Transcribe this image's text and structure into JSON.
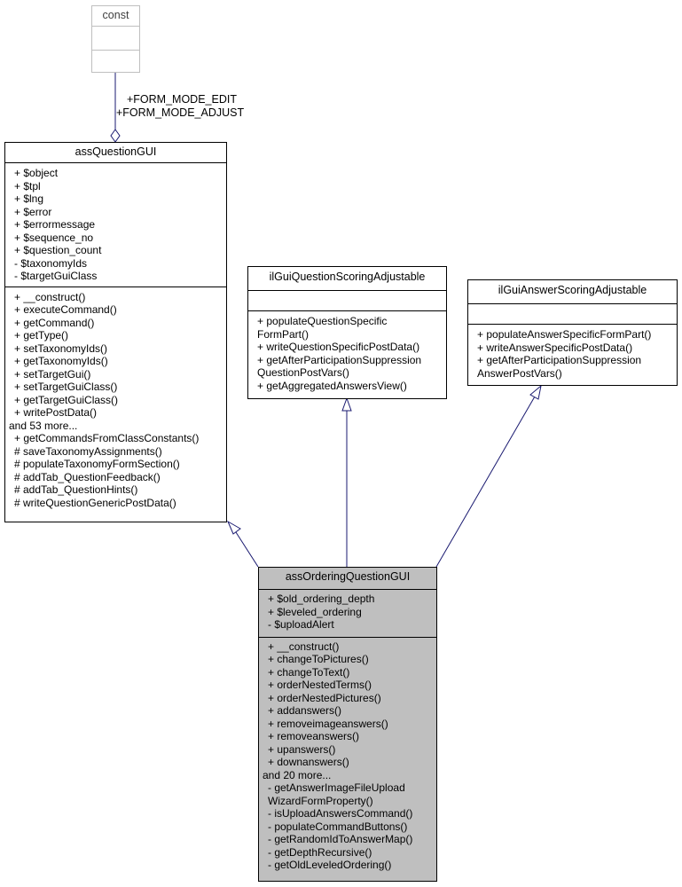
{
  "diagram": {
    "classes": {
      "const": {
        "name": "const",
        "attributes": [],
        "methods": []
      },
      "assQuestionGUI": {
        "name": "assQuestionGUI",
        "attributes": [
          "+ $object",
          "+ $tpl",
          "+ $lng",
          "+ $error",
          "+ $errormessage",
          "+ $sequence_no",
          "+ $question_count",
          "- $taxonomyIds",
          "- $targetGuiClass"
        ],
        "methods": [
          "+ __construct()",
          "+ executeCommand()",
          "+ getCommand()",
          "+ getType()",
          "+ setTaxonomyIds()",
          "+ getTaxonomyIds()",
          "+ setTargetGui()",
          "+ setTargetGuiClass()",
          "+ getTargetGuiClass()",
          "+ writePostData()",
          "and 53 more...",
          "+ getCommandsFromClassConstants()",
          "# saveTaxonomyAssignments()",
          "# populateTaxonomyFormSection()",
          "# addTab_QuestionFeedback()",
          "# addTab_QuestionHints()",
          "# writeQuestionGenericPostData()"
        ]
      },
      "ilGuiQuestionScoringAdjustable": {
        "name": "ilGuiQuestionScoringAdjustable",
        "attributes": [],
        "methods": [
          "+ populateQuestionSpecific",
          "FormPart()",
          "+ writeQuestionSpecificPostData()",
          "+ getAfterParticipationSuppression",
          "QuestionPostVars()",
          "+ getAggregatedAnswersView()"
        ]
      },
      "ilGuiAnswerScoringAdjustable": {
        "name": "ilGuiAnswerScoringAdjustable",
        "attributes": [],
        "methods": [
          "+ populateAnswerSpecificFormPart()",
          "+ writeAnswerSpecificPostData()",
          "+ getAfterParticipationSuppression",
          "AnswerPostVars()"
        ]
      },
      "assOrderingQuestionGUI": {
        "name": "assOrderingQuestionGUI",
        "attributes": [
          "+ $old_ordering_depth",
          "+ $leveled_ordering",
          "- $uploadAlert"
        ],
        "methods": [
          "+ __construct()",
          "+ changeToPictures()",
          "+ changeToText()",
          "+ orderNestedTerms()",
          "+ orderNestedPictures()",
          "+ addanswers()",
          "+ removeimageanswers()",
          "+ removeanswers()",
          "+ upanswers()",
          "+ downanswers()",
          "and 20 more...",
          "- getAnswerImageFileUpload",
          "WizardFormProperty()",
          "- isUploadAnswersCommand()",
          "- populateCommandButtons()",
          "- getRandomIdToAnswerMap()",
          "- getDepthRecursive()",
          "- getOldLeveledOrdering()"
        ]
      }
    },
    "edge_labels": {
      "form_mode_edit": "+FORM_MODE_EDIT",
      "form_mode_adjust": "+FORM_MODE_ADJUST"
    },
    "colors": {
      "edge": "#191970",
      "focus_fill": "#bfbfbf",
      "faded_border": "#bfbfbf"
    }
  }
}
